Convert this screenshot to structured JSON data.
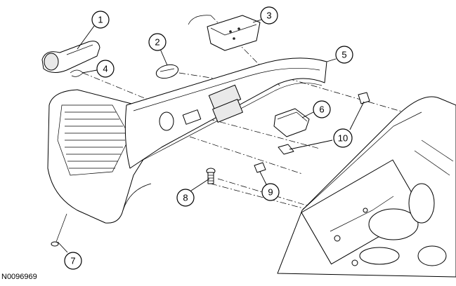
{
  "figure_code": "N0096969",
  "callouts": [
    {
      "id": "1",
      "label": "1"
    },
    {
      "id": "2",
      "label": "2"
    },
    {
      "id": "3",
      "label": "3"
    },
    {
      "id": "4",
      "label": "4"
    },
    {
      "id": "5",
      "label": "5"
    },
    {
      "id": "6",
      "label": "6"
    },
    {
      "id": "7",
      "label": "7"
    },
    {
      "id": "8",
      "label": "8"
    },
    {
      "id": "9",
      "label": "9"
    },
    {
      "id": "10",
      "label": "10"
    }
  ],
  "colors": {
    "line": "#000000",
    "background": "#ffffff",
    "shade": "#e9e9e9"
  }
}
